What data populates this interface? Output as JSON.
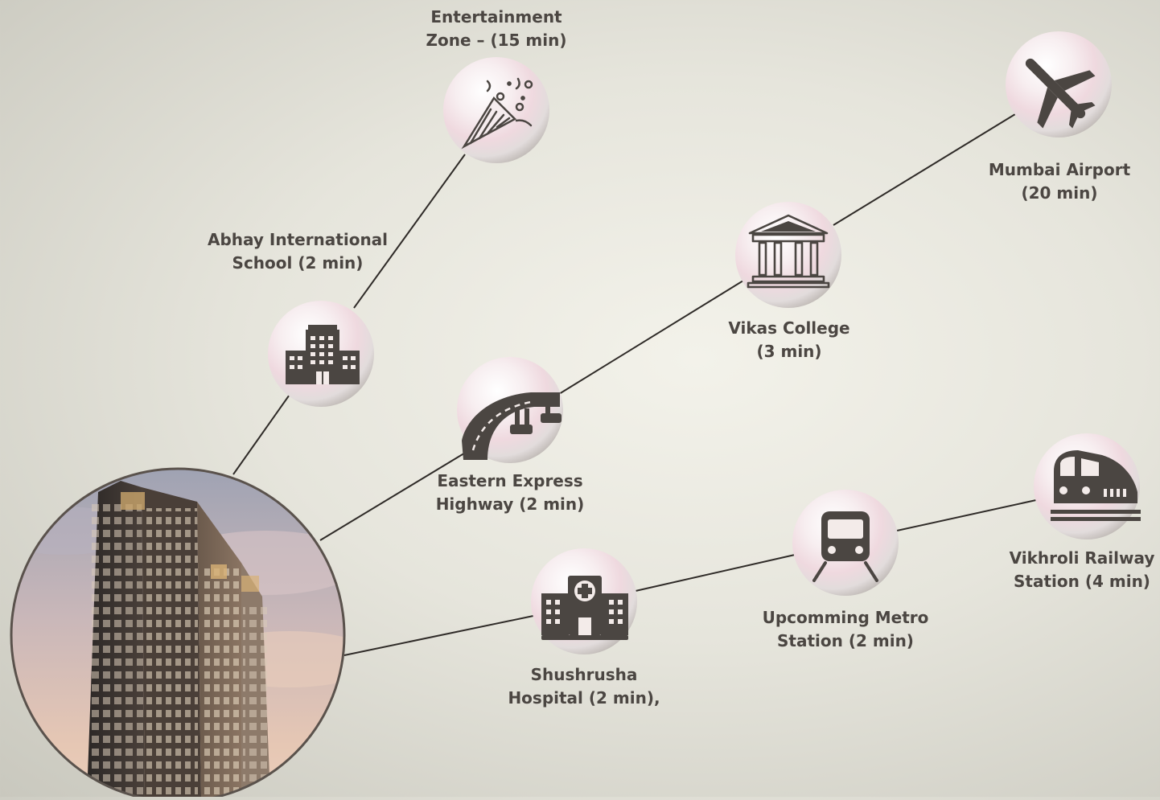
{
  "palette": {
    "icon": "#4b4642",
    "line": "#2f2b28",
    "label": "#4b4642",
    "pearl_light": "#ffffff",
    "pearl_pink": "#efd9df",
    "pearl_edge": "#b7b1ac",
    "photo_ring": "#5a524c"
  },
  "nodes": [
    {
      "id": "entertainment",
      "icon": "party-popper-icon",
      "label_lines": [
        "Entertainment",
        "Zone – (15 min)"
      ]
    },
    {
      "id": "airport",
      "icon": "airplane-icon",
      "label_lines": [
        "Mumbai Airport",
        "(20 min)"
      ]
    },
    {
      "id": "school",
      "icon": "school-building-icon",
      "label_lines": [
        "Abhay International",
        "School (2 min)"
      ]
    },
    {
      "id": "college",
      "icon": "college-pillars-icon",
      "label_lines": [
        "Vikas College",
        "(3 min)"
      ]
    },
    {
      "id": "highway",
      "icon": "highway-road-icon",
      "label_lines": [
        "Eastern Express",
        "Highway (2 min)"
      ]
    },
    {
      "id": "railway",
      "icon": "train-icon",
      "label_lines": [
        "Vikhroli Railway",
        "Station (4 min)"
      ]
    },
    {
      "id": "metro",
      "icon": "metro-train-icon",
      "label_lines": [
        "Upcomming Metro",
        "Station (2 min)"
      ]
    },
    {
      "id": "hospital",
      "icon": "hospital-icon",
      "label_lines": [
        "Shushrusha",
        "Hospital (2 min),"
      ]
    }
  ],
  "property": {
    "icon": "residential-tower-photo"
  }
}
